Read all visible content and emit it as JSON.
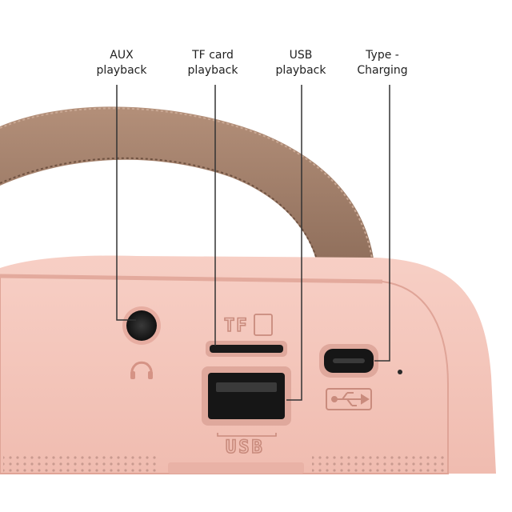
{
  "callouts": [
    {
      "id": "aux",
      "line1": "AUX",
      "line2": "playback"
    },
    {
      "id": "tf",
      "line1": "TF card",
      "line2": "playback"
    },
    {
      "id": "usb",
      "line1": "USB",
      "line2": "playback"
    },
    {
      "id": "typec",
      "line1": "Type -",
      "line2": "Charging"
    }
  ],
  "device_markings": {
    "tf": "TF",
    "usb": "USB"
  },
  "colors": {
    "body_pink": "#f4c6bc",
    "body_pink_dark": "#e8a99c",
    "strap_brown": "#a07f6a",
    "strap_brown_dark": "#7e604e",
    "port_dark": "#1c1c1c",
    "leader_line": "#333333"
  }
}
